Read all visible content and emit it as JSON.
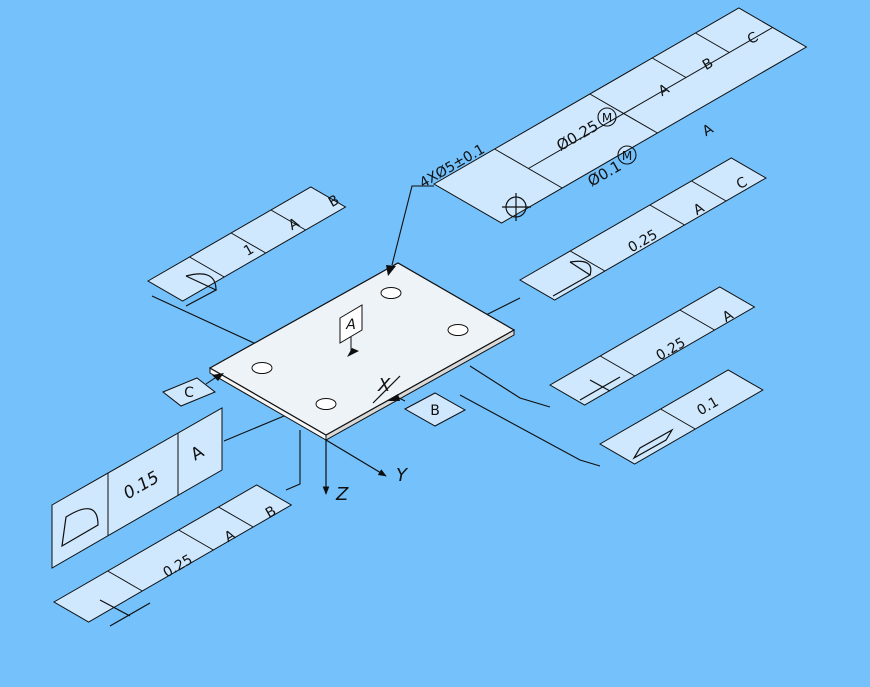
{
  "colors": {
    "background": "#74c1fb",
    "frame_fill": "#cfe8fd",
    "plate_fill": "#eef3f7",
    "line": "#0f0f0f"
  },
  "callout": {
    "hole_spec": "4XØ5±0.1"
  },
  "datum_labels": {
    "a": "A",
    "b": "B",
    "c": "C"
  },
  "axes": {
    "x": "X",
    "y": "Y",
    "z": "Z"
  },
  "frames": {
    "top_left": {
      "tolerance": "1",
      "datum1": "A",
      "datum2": "B"
    },
    "position": {
      "row1": {
        "tolerance": "Ø0.25",
        "modifier": "M",
        "datum1": "A",
        "datum2": "B",
        "datum3": "C"
      },
      "row2": {
        "tolerance": "Ø0.1",
        "modifier": "M",
        "datum1": "A"
      }
    },
    "right_profile": {
      "tolerance": "0.25",
      "datum1": "A",
      "datum2": "C"
    },
    "right_perp": {
      "tolerance": "0.25",
      "datum1": "A"
    },
    "right_flat": {
      "tolerance": "0.1"
    },
    "left_profile": {
      "tolerance": "0.15",
      "datum1": "A"
    },
    "left_perp": {
      "tolerance": "0.25",
      "datum1": "A",
      "datum2": "B"
    }
  }
}
